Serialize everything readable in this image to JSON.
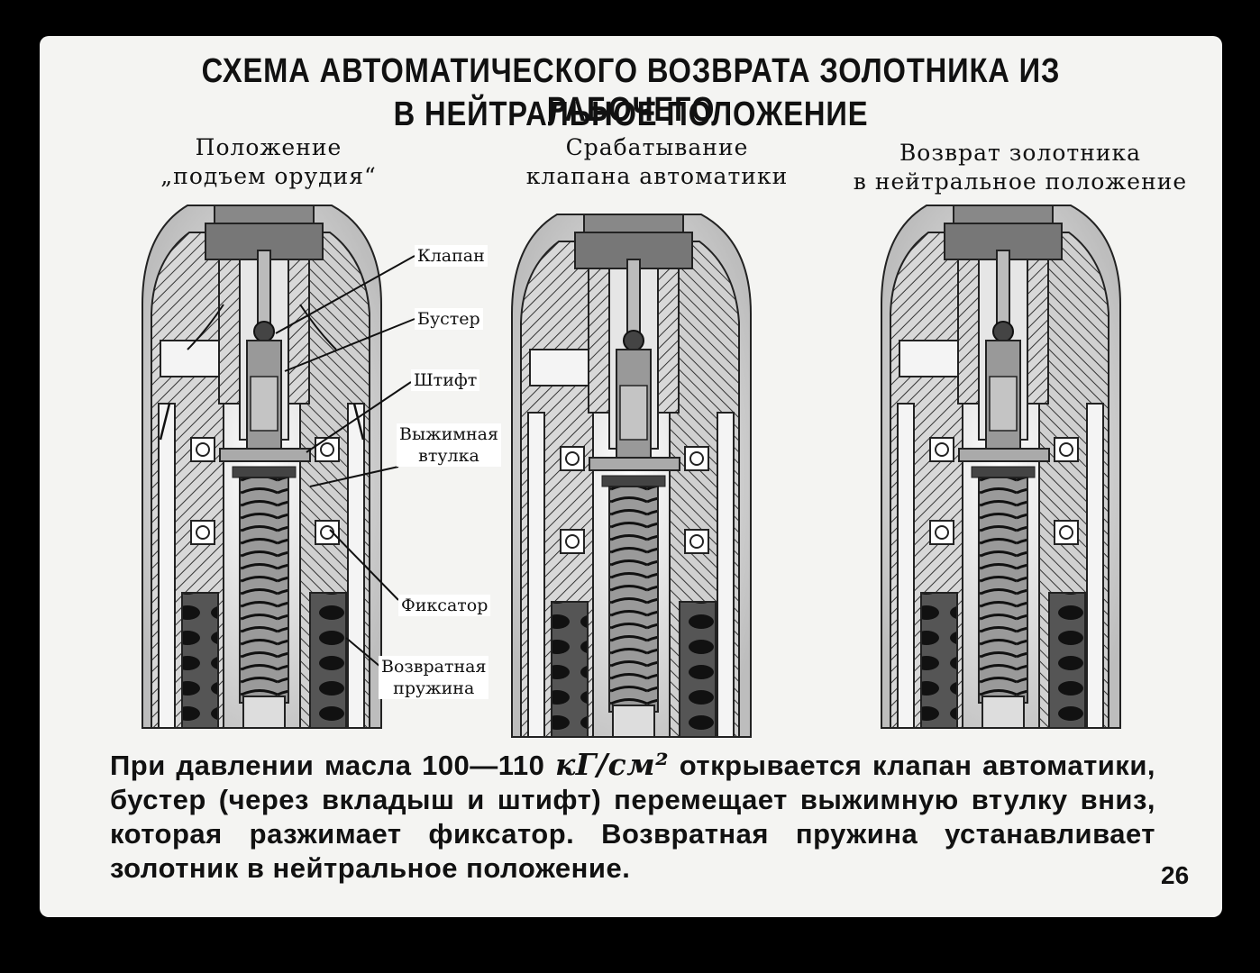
{
  "title": {
    "line1": "СХЕМА АВТОМАТИЧЕСКОГО ВОЗВРАТА ЗОЛОТНИКА ИЗ РАБОЧЕГО",
    "line2": "В НЕЙТРАЛЬНОЕ ПОЛОЖЕНИЕ"
  },
  "panels": [
    {
      "line1": "Положение",
      "line2": "„подъем орудия“"
    },
    {
      "line1": "Срабатывание",
      "line2": "клапана автоматики"
    },
    {
      "line1": "Возврат золотника",
      "line2": "в нейтральное положение"
    }
  ],
  "labels": {
    "valve": "Клапан",
    "booster": "Бустер",
    "pin": "Штифт",
    "sleeve_l1": "Выжимная",
    "sleeve_l2": "втулка",
    "latch": "Фиксатор",
    "spring_l1": "Возвратная",
    "spring_l2": "пружина"
  },
  "description": {
    "part1": "При давлении масла 100—110",
    "unit": "кГ/см²",
    "part2": "открывается клапан автоматики, бустер (через вкладыш и штифт) перемещает выжимную втулку вниз, которая разжимает фиксатор. Возвратная пружина устанавливает золотник в нейтральное положение."
  },
  "page_number": "26"
}
